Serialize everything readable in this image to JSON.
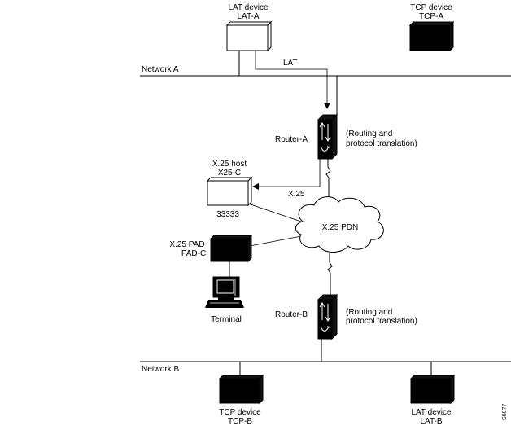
{
  "devices": {
    "lat_a": {
      "line1": "LAT device",
      "line2": "LAT-A"
    },
    "tcp_a": {
      "line1": "TCP device",
      "line2": "TCP-A"
    },
    "x25_c": {
      "line1": "X.25 host",
      "line2": "X25-C",
      "address": "33333"
    },
    "pad_c": {
      "line1": "X.25 PAD",
      "line2": "PAD-C"
    },
    "terminal": {
      "label": "Terminal"
    },
    "tcp_b": {
      "line1": "TCP device",
      "line2": "TCP-B"
    },
    "lat_b": {
      "line1": "LAT device",
      "line2": "LAT-B"
    }
  },
  "networks": {
    "a": "Network A",
    "b": "Network B"
  },
  "routers": {
    "a": {
      "label": "Router-A",
      "note1": "(Routing and",
      "note2": "protocol translation)"
    },
    "b": {
      "label": "Router-B",
      "note1": "(Routing and",
      "note2": "protocol translation)"
    }
  },
  "links": {
    "lat": "LAT",
    "x25": "X.25"
  },
  "cloud": {
    "label": "X.25 PDN"
  },
  "figure_id": "S6877"
}
